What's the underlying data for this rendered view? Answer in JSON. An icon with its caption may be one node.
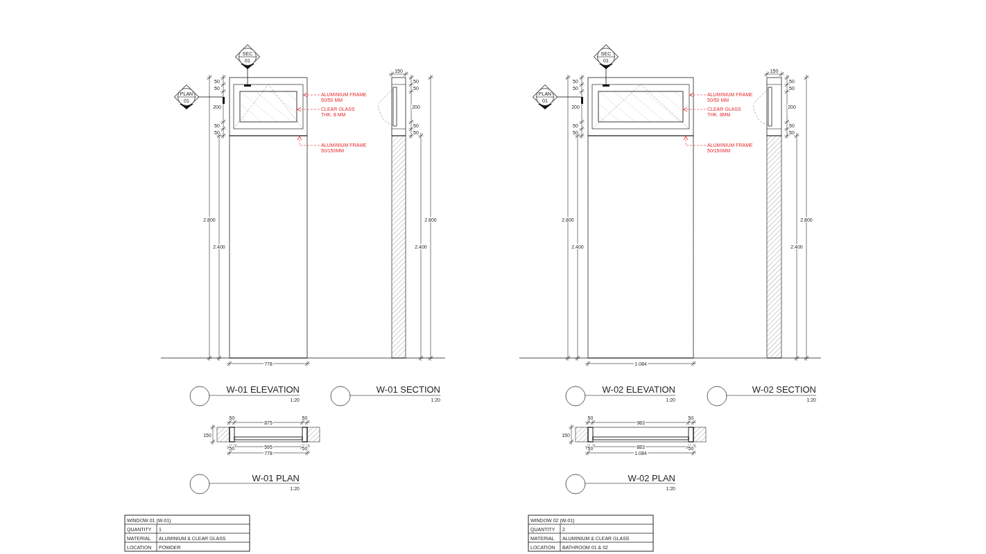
{
  "diagram": {
    "nodes": [
      {
        "text": [
          "SEC",
          "01"
        ]
      },
      {
        "text": [
          "PLAN",
          "01"
        ]
      },
      {
        "text": [],
        "shape": "box"
      },
      {
        "text": [],
        "shape": "box",
        "in": 2
      },
      {
        "text": [],
        "shape": "box",
        "in": 3
      },
      {
        "text": [
          "ALUMINIUM FRAME 50/50 MM"
        ]
      },
      {
        "text": [
          "CLEAR GLASS THK. 8 MM"
        ]
      },
      {
        "text": [
          "ALUMINIUM FRAME 50/150MM"
        ]
      },
      {
        "text": [
          "SEC",
          "01"
        ]
      },
      {
        "text": [
          "PLAN",
          "01"
        ]
      },
      {
        "text": [],
        "shape": "box"
      },
      {
        "text": [],
        "shape": "box",
        "in": 10
      },
      {
        "text": [],
        "shape": "box",
        "in": 11
      },
      {
        "text": [
          "ALUMINIUM FRAME 50/50 MM"
        ]
      },
      {
        "text": [
          "CLEAR GLASS THK. 8MM"
        ]
      },
      {
        "text": [
          "ALUMINIUM FRAME 50/150MM"
        ]
      }
    ],
    "edges": [
      {
        "from": 5,
        "to": 3,
        "arrow": "to",
        "style": "dashed"
      },
      {
        "from": 6,
        "to": 4,
        "arrow": "to",
        "style": "dashed"
      },
      {
        "from": 7,
        "to": 2,
        "arrow": "to",
        "style": "dashed"
      },
      {
        "from": 13,
        "to": 11,
        "arrow": "to",
        "style": "dashed"
      },
      {
        "from": 14,
        "to": 12,
        "arrow": "to",
        "style": "dashed"
      },
      {
        "from": 15,
        "to": 10,
        "arrow": "to",
        "style": "dashed"
      }
    ],
    "labels": [
      "50",
      "50",
      "200",
      "50",
      "50",
      "2.800",
      "2.400",
      "778",
      "150",
      "50",
      "50",
      "200",
      "50",
      "50",
      "2.800",
      "2.400",
      "W-01 ELEVATION",
      "1:20",
      "W-01 SECTION",
      "1:20",
      "50",
      "875",
      "50",
      "150",
      "50",
      "595",
      "50",
      "778",
      "W-01 PLAN",
      "1:20",
      "WINDOW 01 (W-01)",
      "QUANTITY",
      "1",
      "MATERIAL",
      "ALUMINIUM & CLEAR GLASS",
      "LOCATION",
      "POWDER",
      "50",
      "50",
      "200",
      "50",
      "50",
      "2.800",
      "2.400",
      "1.084",
      "150",
      "50",
      "50",
      "200",
      "50",
      "50",
      "2.800",
      "2.400",
      "W-02 ELEVATION",
      "1:20",
      "W-02 SECTION",
      "1:20",
      "50",
      "983",
      "50",
      "150",
      "50",
      "883",
      "50",
      "1.084",
      "W-02 PLAN",
      "1:20",
      "WINDOW 02 (W-01)",
      "QUANTITY",
      "2",
      "MATERIAL",
      "ALUMINIUM & CLEAR GLASS",
      "LOCATION",
      "BATHROOM 01 & 02"
    ]
  }
}
